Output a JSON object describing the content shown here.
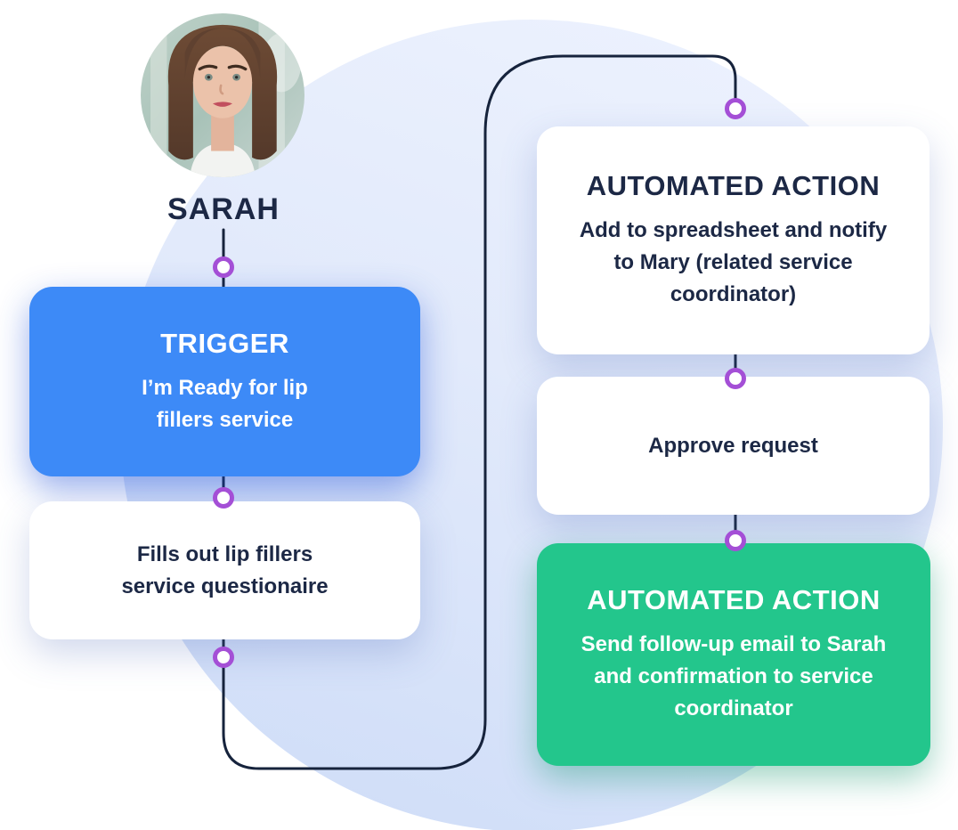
{
  "persona": {
    "name": "SARAH"
  },
  "cards": {
    "trigger": {
      "title": "TRIGGER",
      "lines": [
        "I’m Ready for lip",
        "fillers service"
      ]
    },
    "questionnaire": {
      "lines": [
        "Fills out lip fillers",
        "service questionaire"
      ]
    },
    "action1": {
      "title": "AUTOMATED ACTION",
      "lines": [
        "Add to spreadsheet and notify",
        "to Mary (related service",
        "coordinator)"
      ]
    },
    "approve": {
      "lines": [
        "Approve request"
      ]
    },
    "action2": {
      "title": "AUTOMATED ACTION",
      "lines": [
        "Send follow-up email to Sarah",
        "and confirmation to service",
        "coordinator"
      ]
    }
  },
  "colors": {
    "trigger_blue": "#3D8AF7",
    "action_green": "#23C68C",
    "node_purple": "#A44FD6",
    "connector_navy": "#16233C",
    "text_navy": "#1C2845",
    "card_white": "#FFFFFF",
    "blob_light": "#EDF2FE",
    "blob_dark": "#CFDDF8",
    "page_background": "#FFFFFF"
  }
}
